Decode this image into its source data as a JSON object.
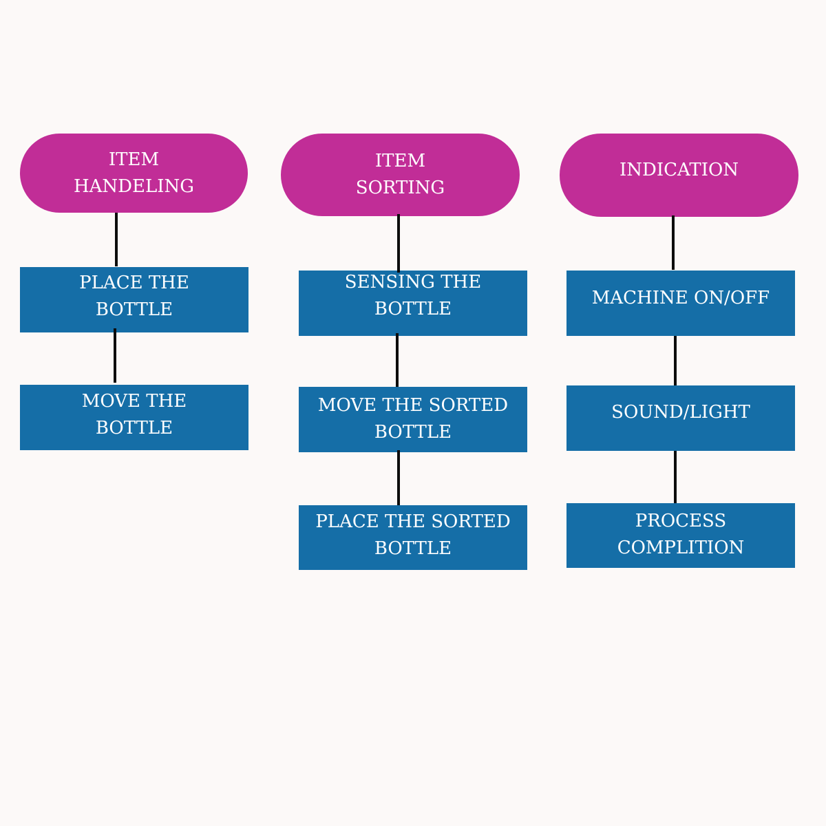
{
  "colors": {
    "background": "#fcf9f8",
    "category_fill": "#c12d97",
    "step_fill": "#156ea7",
    "connector": "#0d0d0d",
    "text": "#ffffff"
  },
  "columns": [
    {
      "header": "ITEM\nHANDELING",
      "steps": [
        "PLACE THE\nBOTTLE",
        "MOVE THE\nBOTTLE"
      ]
    },
    {
      "header": "ITEM\nSORTING",
      "steps": [
        "SENSING THE\nBOTTLE",
        "MOVE THE SORTED\nBOTTLE",
        "PLACE THE SORTED\nBOTTLE"
      ]
    },
    {
      "header": "INDICATION",
      "steps": [
        "MACHINE ON/OFF",
        "SOUND/LIGHT",
        "PROCESS\nCOMPLITION"
      ]
    }
  ]
}
